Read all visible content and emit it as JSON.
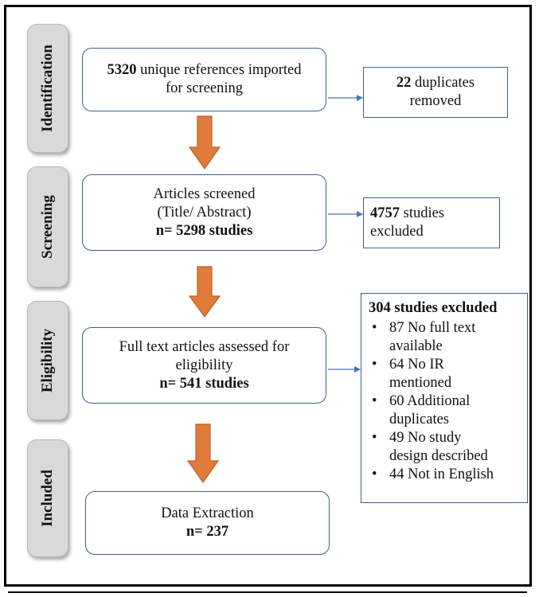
{
  "stages": {
    "identification": "Identification",
    "screening": "Screening",
    "eligibility": "Eligibility",
    "included": "Included"
  },
  "boxes": {
    "imported": {
      "count": "5320",
      "text": " unique references imported",
      "text2": "for screening"
    },
    "duplicates": {
      "count": "22",
      "text": " duplicates",
      "text2": "removed"
    },
    "screened": {
      "line1": "Articles screened",
      "line2": "(Title/ Abstract)",
      "line3": "n= 5298 studies"
    },
    "excluded_screening": {
      "count": "4757",
      "text": " studies",
      "text2": "excluded"
    },
    "fulltext": {
      "line1": "Full text articles assessed for",
      "line2": "eligibility",
      "line3": "n= 541 studies"
    },
    "excluded_fulltext": {
      "title": "304 studies excluded",
      "items": [
        {
          "l1": "87 No full text",
          "l2": "available"
        },
        {
          "l1": "64 No IR",
          "l2": "mentioned"
        },
        {
          "l1": "60 Additional",
          "l2": "duplicates"
        },
        {
          "l1": "49 No study",
          "l2": "design described"
        },
        {
          "l1": "44 Not in English",
          "l2": ""
        }
      ]
    },
    "extraction": {
      "line1": "Data Extraction",
      "line2": "n= 237"
    }
  },
  "colors": {
    "box_border": "#3f5f95",
    "arrow_fill": "#e07b39",
    "arrow_stroke": "#b8612b",
    "side_arrow": "#4a72b0",
    "stage_fill": "#d9d9d9"
  }
}
